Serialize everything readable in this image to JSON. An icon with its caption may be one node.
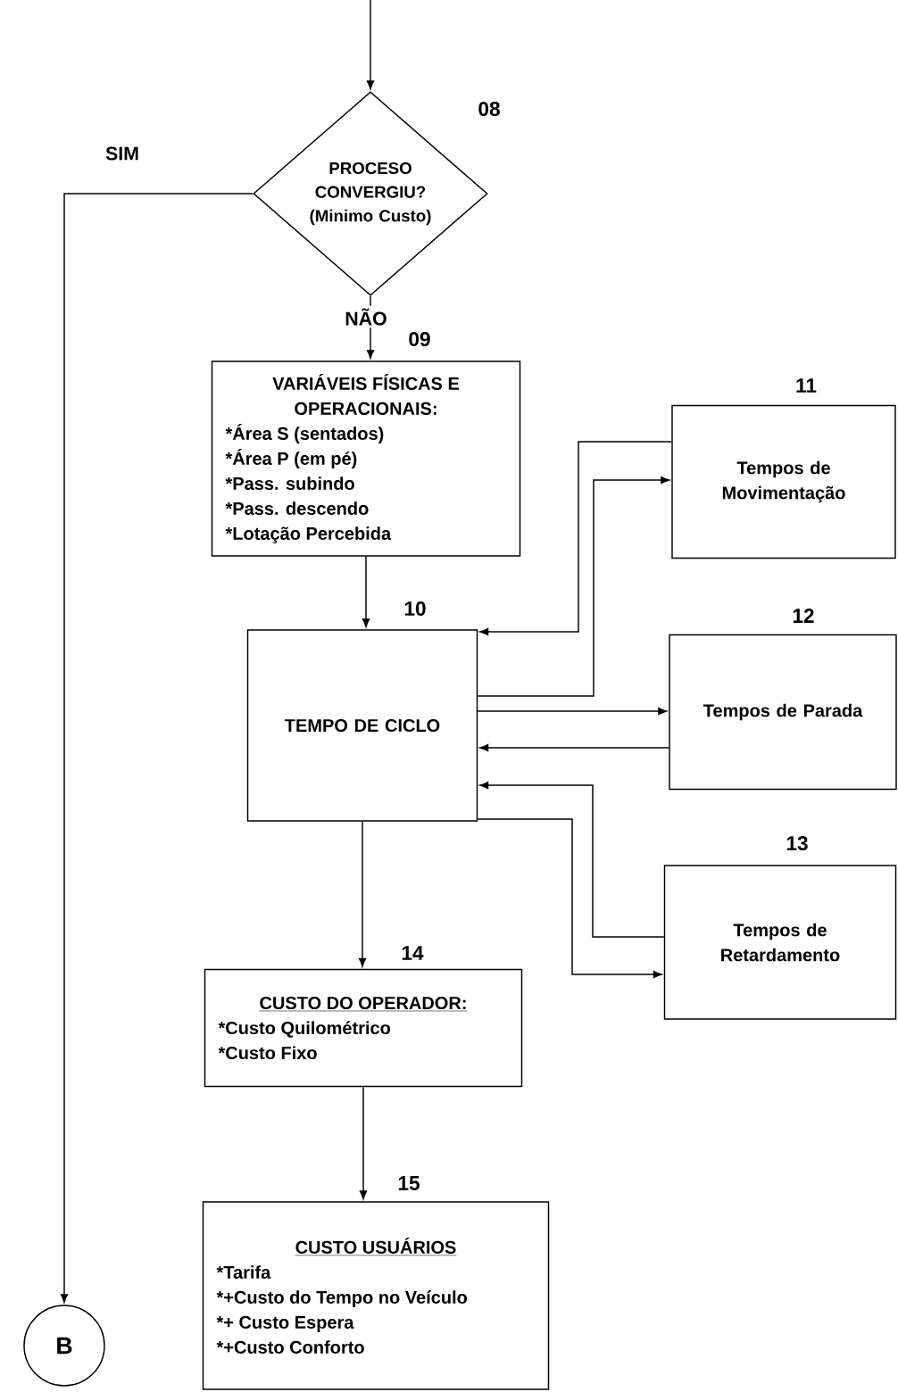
{
  "diagram": {
    "nodes": [
      {
        "text": [
          "PROCESO CONVERGIU? (Minimo Custo)"
        ],
        "beside": [
          "08"
        ]
      },
      {
        "text": [
          "VARIÁVEIS  FÍSICAS E OPERACIONAIS:",
          "*Área S (sentados)",
          "*Área P (em pé)",
          "*Pass. subindo",
          "*Pass. descendo",
          "*Lotação Percebida"
        ],
        "beside": [
          "09"
        ]
      },
      {
        "text": [
          "TEMPO DE CICLO"
        ],
        "beside": [
          "10"
        ]
      },
      {
        "text": [
          "Tempos de Movimentação"
        ],
        "beside": [
          "11"
        ]
      },
      {
        "text": [
          "Tempos de Parada"
        ],
        "beside": [
          "12"
        ]
      },
      {
        "text": [
          "Tempos de Retardamento"
        ],
        "beside": [
          "13"
        ]
      },
      {
        "text": [
          "CUSTO DO OPERADOR:",
          "*Custo Quilométrico",
          "*Custo Fixo"
        ],
        "beside": [
          "14"
        ]
      },
      {
        "text": [
          "CUSTO USUÁRIOS",
          "*Tarifa",
          "*+Custo do Tempo no Veículo",
          "*+ Custo Espera",
          "*+Custo Conforto"
        ],
        "beside": [
          "15"
        ]
      },
      {
        "text": [
          "B"
        ]
      }
    ],
    "edges": [
      {
        "from": null,
        "to": 0,
        "arrow": "to"
      },
      {
        "from": 0,
        "to": 8,
        "arrow": "to",
        "label": "SIM"
      },
      {
        "from": 0,
        "to": 1,
        "arrow": "to",
        "label": "NÃO"
      },
      {
        "from": 1,
        "to": 2,
        "arrow": "to"
      },
      {
        "from": 3,
        "to": 2,
        "arrow": "to"
      },
      {
        "from": 2,
        "to": 3,
        "arrow": "to"
      },
      {
        "from": 2,
        "to": 4,
        "arrow": "to"
      },
      {
        "from": 4,
        "to": 2,
        "arrow": "to"
      },
      {
        "from": 5,
        "to": 2,
        "arrow": "to"
      },
      {
        "from": 2,
        "to": 5,
        "arrow": "to"
      },
      {
        "from": 2,
        "to": 6,
        "arrow": "to"
      },
      {
        "from": 6,
        "to": 7,
        "arrow": "to"
      }
    ]
  }
}
